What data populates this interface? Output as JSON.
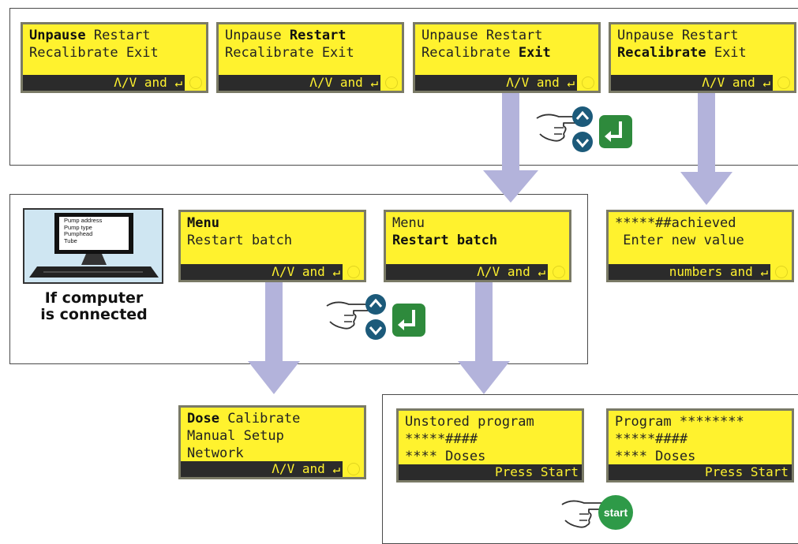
{
  "top_row": [
    {
      "lines": [
        [
          {
            "t": "Unpause",
            "b": true
          },
          {
            "t": " Restart",
            "b": false
          }
        ],
        [
          {
            "t": "Recalibrate Exit",
            "b": false
          }
        ]
      ],
      "footer": "Λ/V and ↵"
    },
    {
      "lines": [
        [
          {
            "t": "Unpause ",
            "b": false
          },
          {
            "t": "Restart",
            "b": true
          }
        ],
        [
          {
            "t": "Recalibrate Exit",
            "b": false
          }
        ]
      ],
      "footer": "Λ/V and ↵"
    },
    {
      "lines": [
        [
          {
            "t": "Unpause Restart",
            "b": false
          }
        ],
        [
          {
            "t": "Recalibrate ",
            "b": false
          },
          {
            "t": "Exit",
            "b": true
          }
        ]
      ],
      "footer": "Λ/V and ↵"
    },
    {
      "lines": [
        [
          {
            "t": "Unpause Restart",
            "b": false
          }
        ],
        [
          {
            "t": "Recalibrate",
            "b": true
          },
          {
            "t": " Exit",
            "b": false
          }
        ]
      ],
      "footer": "Λ/V and ↵"
    }
  ],
  "middle_row": [
    {
      "lines": [
        [
          {
            "t": "Menu",
            "b": true
          }
        ],
        [
          {
            "t": "Restart batch",
            "b": false
          }
        ]
      ],
      "footer": "Λ/V and ↵"
    },
    {
      "lines": [
        [
          {
            "t": "Menu",
            "b": false
          }
        ],
        [
          {
            "t": "Restart batch",
            "b": true
          }
        ]
      ],
      "footer": "Λ/V and ↵"
    }
  ],
  "recalibrate": {
    "lines": [
      [
        {
          "t": "*****##achieved",
          "b": false
        }
      ],
      [
        {
          "t": " Enter new value",
          "b": false
        }
      ]
    ],
    "footer": "numbers and ↵"
  },
  "dose_menu": {
    "lines": [
      [
        {
          "t": "Dose",
          "b": true
        },
        {
          "t": " Calibrate",
          "b": false
        }
      ],
      [
        {
          "t": "Manual Setup",
          "b": false
        }
      ],
      [
        {
          "t": "Network",
          "b": false
        }
      ]
    ],
    "footer": "Λ/V and ↵"
  },
  "program_screens": [
    {
      "lines": [
        [
          {
            "t": "Unstored program",
            "b": false
          }
        ],
        [
          {
            "t": "*****####",
            "b": false
          }
        ],
        [
          {
            "t": "**** Doses",
            "b": false
          }
        ]
      ],
      "footer": "Press Start"
    },
    {
      "lines": [
        [
          {
            "t": "Program ********",
            "b": false
          }
        ],
        [
          {
            "t": "*****####",
            "b": false
          }
        ],
        [
          {
            "t": "**** Doses",
            "b": false
          }
        ]
      ],
      "footer": "Press Start"
    }
  ],
  "computer": {
    "screen_lines": [
      "Pump address",
      "Pump type",
      "Pumphead",
      "Tube"
    ],
    "caption_line1": "If computer",
    "caption_line2": "is connected"
  },
  "start_button_label": "start",
  "colors": {
    "lcd": "#fff22e",
    "lcd_bar": "#2b2b2b",
    "arrow": "#b3b3db",
    "nav_button": "#1c5a7a",
    "enter_button": "#2e8a3c",
    "start_button": "#2e9a48"
  }
}
